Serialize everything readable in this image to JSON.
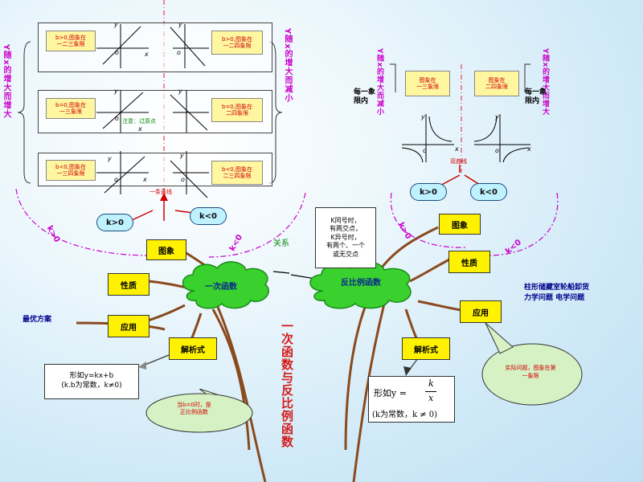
{
  "title_vertical": "一次函数与反比例函数",
  "linear": {
    "cloud_label": "一次函数",
    "left_side_label": "Y随x的增大而增大",
    "right_side_label": "Y随x的增大而减小",
    "boxes_left": [
      "b>0,图象在\n一二三象限",
      "b=0,图象在\n一三象限",
      "b<0,图象在\n一三四象限"
    ],
    "boxes_right": [
      "b>0,图象在\n一二四象限",
      "b=0,图象在\n二四象限",
      "b<0,图象在\n二三四象限"
    ],
    "note_origin": "注意：过原点",
    "line_label": "一条直线",
    "k_pos": "k>0",
    "k_neg": "k<0",
    "arc_k_pos": "k>0",
    "arc_k_neg": "k<0",
    "nodes": [
      "图象",
      "性质",
      "应用",
      "解析式"
    ],
    "best_plan": "最优方案",
    "formula": "形如y=kx+b\n(k.b为常数，k≠0)",
    "bubble": "当b=0时，是\n正比例函数"
  },
  "inverse": {
    "cloud_label": "反比例函数",
    "left_side_label": "Y随x的增大而减小",
    "right_side_label": "Y随x的增大而增大",
    "each_quadrant_left": "每一象限内",
    "each_quadrant_right": "每一象限内",
    "box_left": "图象在\n一三象限",
    "box_right": "图象在\n二四象限",
    "curve_label": "双曲线",
    "k_pos": "k>0",
    "k_neg": "k<0",
    "arc_k_pos": "k>0",
    "arc_k_neg": "k<0",
    "nodes": [
      "图象",
      "性质",
      "应用",
      "解析式"
    ],
    "intersect_note": "K同号时，\n有两交点，\nK异号时，\n有两个、一个\n或无交点",
    "apps": "柱形储藏室轮船卸货\n力学问题  电学问题",
    "bubble": "实际问题，图象在第\n一象限",
    "formula_prefix": "形如y =",
    "formula_num": "k",
    "formula_den": "x",
    "formula_note": "(k为常数，k ≠ 0)"
  },
  "relation": "关系",
  "axis": {
    "x": "x",
    "y": "y",
    "o": "o"
  }
}
